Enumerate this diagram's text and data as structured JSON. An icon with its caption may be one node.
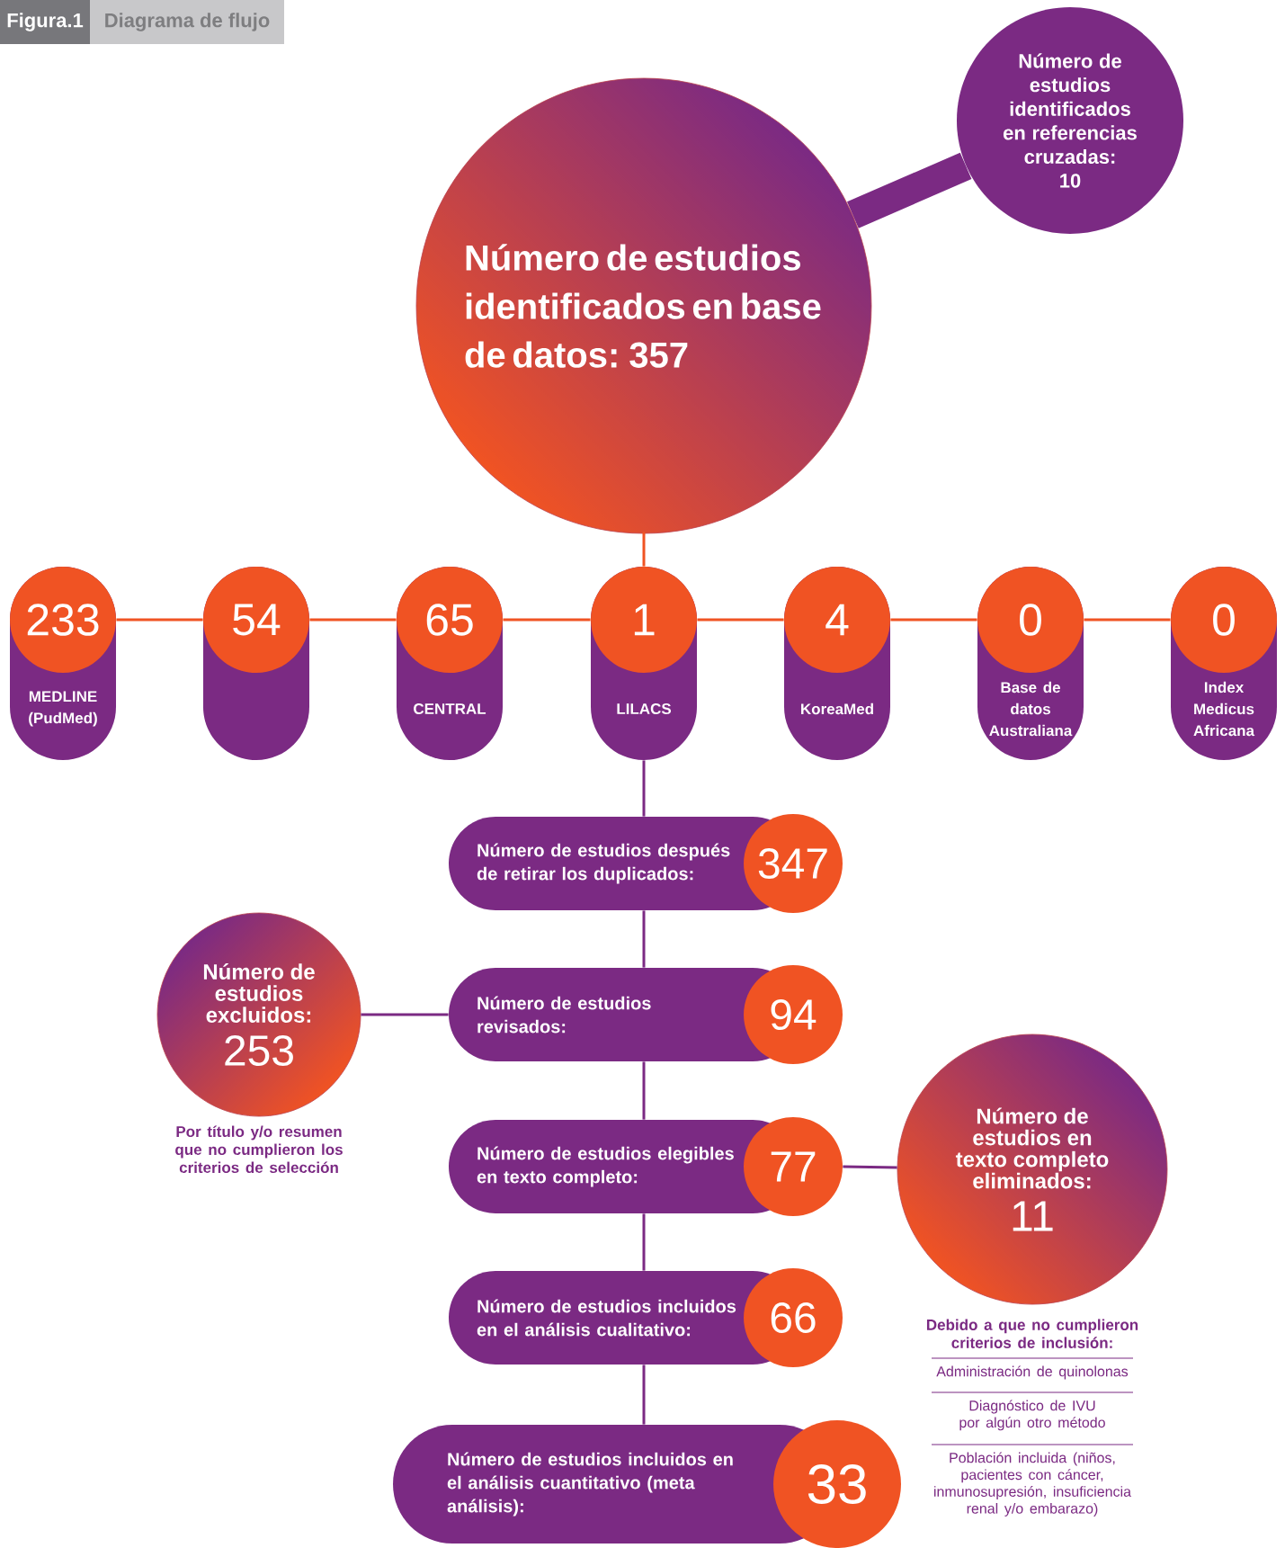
{
  "diagram": {
    "title": "Diagrama de flujo",
    "nodes": [
      {
        "text": [
          "Número de estudios identificados en base de datos: 357"
        ]
      },
      {
        "text": [
          "Número de estudios identificados en referencias cruzadas:",
          "10"
        ]
      },
      {
        "text": [
          "233",
          "MEDLINE (PudMed)"
        ]
      },
      {
        "text": [
          "54"
        ]
      },
      {
        "text": [
          "65",
          "CENTRAL"
        ]
      },
      {
        "text": [
          "1",
          "LILACS"
        ]
      },
      {
        "text": [
          "4",
          "KoreaMed"
        ]
      },
      {
        "text": [
          "0",
          "Base de datos Australiana"
        ]
      },
      {
        "text": [
          "0",
          "Index Medicus Africana"
        ]
      },
      {
        "text": [
          "Número de estudios después de retirar los duplicados:",
          "347"
        ]
      },
      {
        "text": [
          "Número de estudios revisados:",
          "94"
        ]
      },
      {
        "text": [
          "Número de estudios elegibles en texto completo:",
          "77"
        ]
      },
      {
        "text": [
          "Número de estudios incluidos en el análisis cualitativo:",
          "66"
        ]
      },
      {
        "text": [
          "Número de estudios incluidos en el análisis cuantitativo (meta análisis):",
          "33"
        ]
      },
      {
        "text": [
          "Número de estudios excluidos:",
          "253"
        ],
        "beside": [
          "Por título y/o resumen que no cumplieron los criterios de selección"
        ]
      },
      {
        "text": [
          "Número de estudios en texto completo eliminados:",
          "11"
        ],
        "beside": [
          "Debido a que no cumplieron criterios de inclusión:",
          "Administración de quinolonas",
          "Diagnóstico de IVU por algún otro método",
          "Población incluida (niños, pacientes con cáncer, inmunosupresión, insuficiencia renal y/o embarazo)"
        ]
      }
    ],
    "edges": [
      {
        "from": 1,
        "to": 0,
        "arrow": "none",
        "style": "thick"
      },
      {
        "from": 0,
        "to": 5,
        "arrow": "none",
        "color": "#f05323"
      },
      {
        "from": 2,
        "to": 3,
        "arrow": "none",
        "color": "#f05323"
      },
      {
        "from": 3,
        "to": 4,
        "arrow": "none",
        "color": "#f05323"
      },
      {
        "from": 4,
        "to": 5,
        "arrow": "none",
        "color": "#f05323"
      },
      {
        "from": 5,
        "to": 6,
        "arrow": "none",
        "color": "#f05323"
      },
      {
        "from": 6,
        "to": 7,
        "arrow": "none",
        "color": "#f05323"
      },
      {
        "from": 7,
        "to": 8,
        "arrow": "none",
        "color": "#f05323"
      },
      {
        "from": 5,
        "to": 9,
        "arrow": "none"
      },
      {
        "from": 9,
        "to": 10,
        "arrow": "none"
      },
      {
        "from": 10,
        "to": 11,
        "arrow": "none"
      },
      {
        "from": 11,
        "to": 12,
        "arrow": "none"
      },
      {
        "from": 12,
        "to": 13,
        "arrow": "none"
      },
      {
        "from": 14,
        "to": 10,
        "arrow": "none"
      },
      {
        "from": 11,
        "to": 15,
        "arrow": "none"
      }
    ],
    "labels": [
      "Figura.1"
    ]
  }
}
